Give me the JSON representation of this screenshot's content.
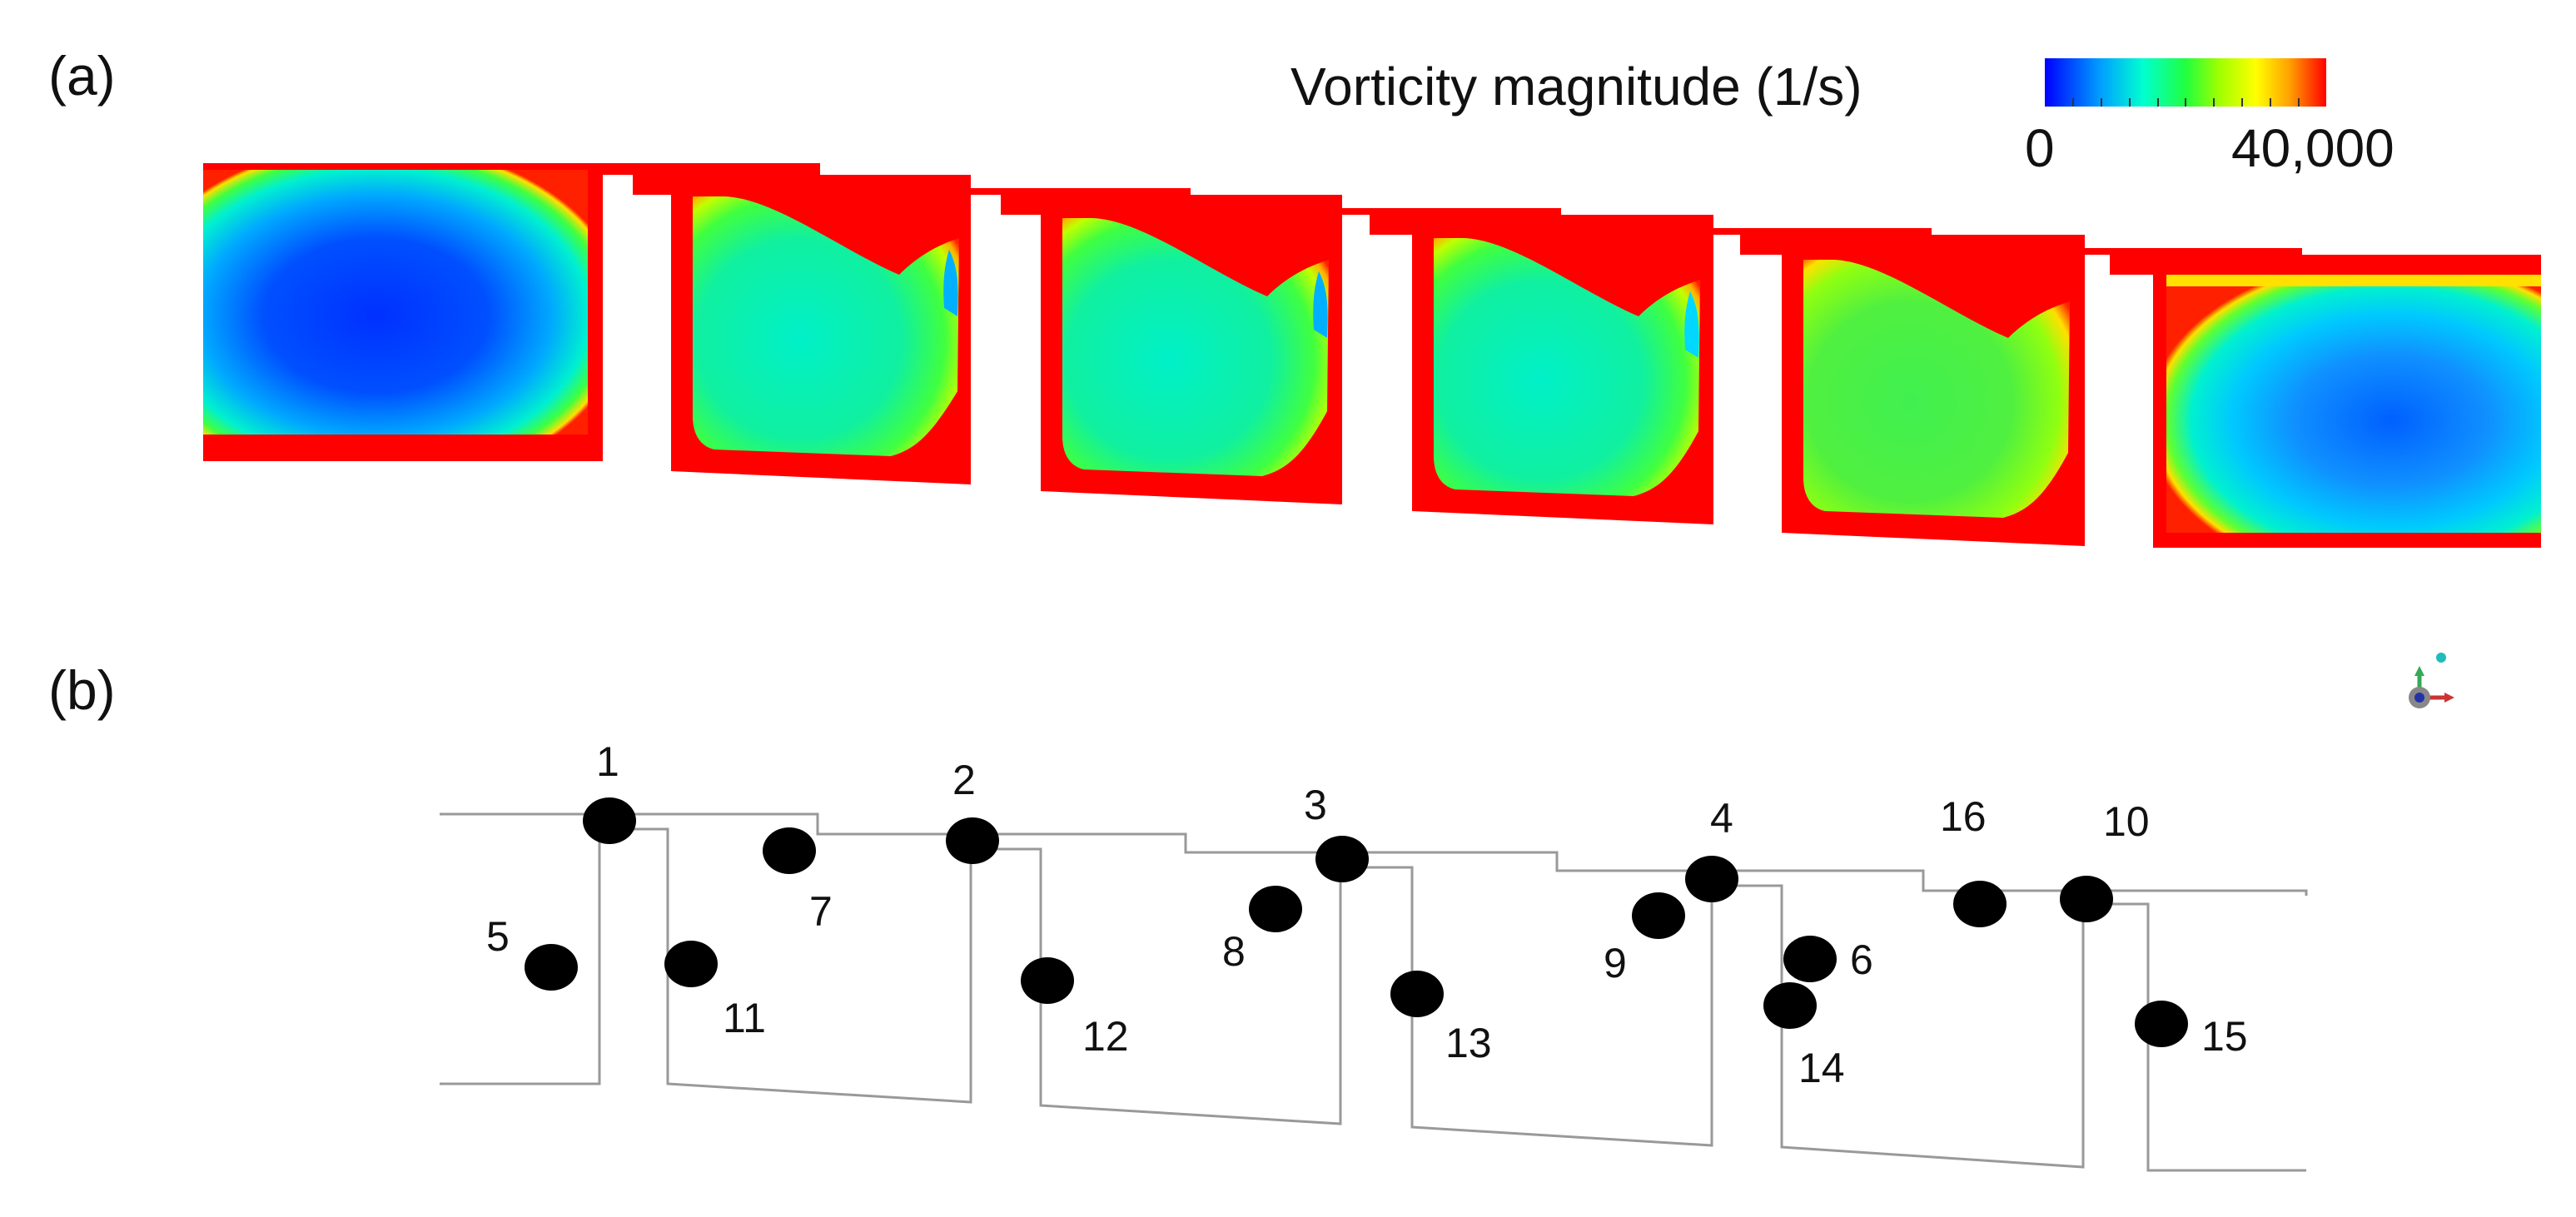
{
  "panels": {
    "a_label": "(a)",
    "b_label": "(b)"
  },
  "legend": {
    "title": "Vorticity magnitude (1/s)",
    "min_label": "0",
    "max_label": "40,000",
    "colormap": [
      "#0000ff",
      "#00a0ff",
      "#00ffd0",
      "#20ff40",
      "#a0ff00",
      "#ffff00",
      "#ffa000",
      "#ff0000"
    ]
  },
  "contour_colors": {
    "high": "#ff0000",
    "mid": "#20ff40",
    "low": "#0040ff",
    "teal": "#00f0c0"
  },
  "points": [
    {
      "label": "1"
    },
    {
      "label": "2"
    },
    {
      "label": "3"
    },
    {
      "label": "4"
    },
    {
      "label": "5"
    },
    {
      "label": "6"
    },
    {
      "label": "7"
    },
    {
      "label": "8"
    },
    {
      "label": "9"
    },
    {
      "label": "10"
    },
    {
      "label": "11"
    },
    {
      "label": "12"
    },
    {
      "label": "13"
    },
    {
      "label": "14"
    },
    {
      "label": "15"
    },
    {
      "label": "16"
    }
  ],
  "colors": {
    "outline": "#999999",
    "point": "#000000"
  }
}
